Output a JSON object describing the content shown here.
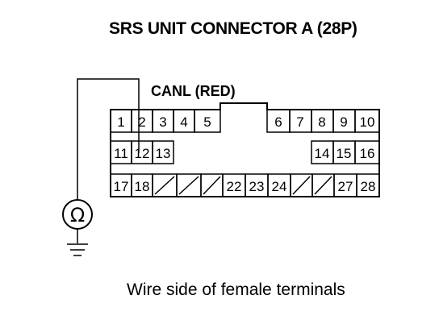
{
  "title": "SRS UNIT CONNECTOR A (28P)",
  "probe_label": "CANL (RED)",
  "caption": "Wire side of female terminals",
  "meter_symbol": "Ω",
  "rows": [
    [
      "1",
      "2",
      "3",
      "4",
      "5",
      "6",
      "7",
      "8",
      "9",
      "10"
    ],
    [
      "11",
      "12",
      "13",
      "14",
      "15",
      "16"
    ],
    [
      "17",
      "18",
      "",
      "",
      "",
      "22",
      "23",
      "24",
      "",
      "",
      "27",
      "28"
    ]
  ]
}
